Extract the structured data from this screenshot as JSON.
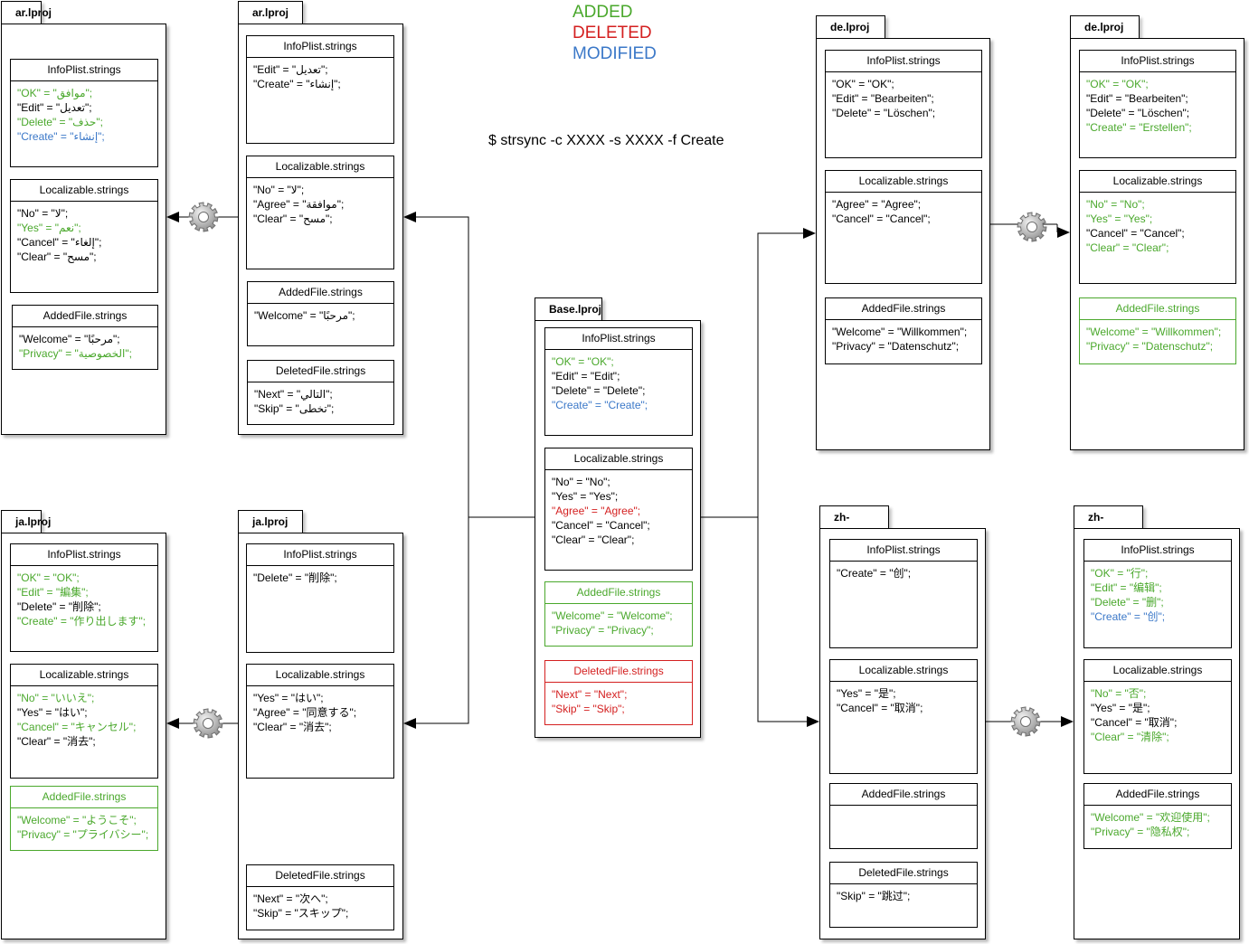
{
  "legend": [
    {
      "label": "ADDED",
      "color": "#4aa82c"
    },
    {
      "label": "DELETED",
      "color": "#d42020"
    },
    {
      "label": "MODIFIED",
      "color": "#3b78c8"
    }
  ],
  "command": "$ strsync -c XXXX -s XXXX -f Create",
  "status_colors": {
    "added": "#4aa82c",
    "deleted": "#d42020",
    "modified": "#3b78c8",
    "normal": "#000000"
  },
  "connector_icon": "gear-icon",
  "folders": [
    {
      "id": "ar-result",
      "title": "ar.lproj",
      "files": [
        {
          "name": "InfoPlist.strings",
          "lines": [
            {
              "text": "\"OK\" = \"موافق\";",
              "status": "added"
            },
            {
              "text": "\"Edit\" = \"تعديل\";",
              "status": "normal"
            },
            {
              "text": "\"Delete\" = \"حذف\";",
              "status": "added"
            },
            {
              "text": "\"Create\" = \"إنشاء\";",
              "status": "modified"
            }
          ]
        },
        {
          "name": "Localizable.strings",
          "lines": [
            {
              "text": "\"No\" = \"لا\";",
              "status": "normal"
            },
            {
              "text": "\"Yes\" = \"نعم\";",
              "status": "added"
            },
            {
              "text": "\"Cancel\" = \"إلغاء\";",
              "status": "normal"
            },
            {
              "text": "\"Clear\" = \"مسح\";",
              "status": "normal"
            }
          ]
        },
        {
          "name": "AddedFile.strings",
          "lines": [
            {
              "text": "\"Welcome\" = \"مرحبًا\";",
              "status": "normal"
            },
            {
              "text": "\"Privacy\" = \"الخصوصية\";",
              "status": "added"
            }
          ]
        }
      ]
    },
    {
      "id": "ar-source",
      "title": "ar.lproj",
      "files": [
        {
          "name": "InfoPlist.strings",
          "lines": [
            {
              "text": "\"Edit\" = \"تعديل\";",
              "status": "normal"
            },
            {
              "text": "\"Create\" = \"إنشاء\";",
              "status": "normal"
            }
          ]
        },
        {
          "name": "Localizable.strings",
          "lines": [
            {
              "text": "\"No\" = \"لا\";",
              "status": "normal"
            },
            {
              "text": "\"Agree\" = \"موافقة\";",
              "status": "normal"
            },
            {
              "text": "\"Clear\" = \"مسح\";",
              "status": "normal"
            }
          ]
        },
        {
          "name": "AddedFile.strings",
          "lines": [
            {
              "text": "\"Welcome\" = \"مرحبًا\";",
              "status": "normal"
            }
          ]
        },
        {
          "name": "DeletedFile.strings",
          "lines": [
            {
              "text": "\"Next\" = \"التالي\";",
              "status": "normal"
            },
            {
              "text": "\"Skip\" = \"تخطى\";",
              "status": "normal"
            }
          ]
        }
      ]
    },
    {
      "id": "base",
      "title": "Base.lproj",
      "files": [
        {
          "name": "InfoPlist.strings",
          "lines": [
            {
              "text": "\"OK\" = \"OK\";",
              "status": "added"
            },
            {
              "text": "\"Edit\" = \"Edit\";",
              "status": "normal"
            },
            {
              "text": "\"Delete\" = \"Delete\";",
              "status": "normal"
            },
            {
              "text": "\"Create\" = \"Create\";",
              "status": "modified"
            }
          ]
        },
        {
          "name": "Localizable.strings",
          "lines": [
            {
              "text": "\"No\" = \"No\";",
              "status": "normal"
            },
            {
              "text": "\"Yes\" = \"Yes\";",
              "status": "normal"
            },
            {
              "text": "\"Agree\" = \"Agree\";",
              "status": "deleted"
            },
            {
              "text": "\"Cancel\" = \"Cancel\";",
              "status": "normal"
            },
            {
              "text": "\"Clear\" = \"Clear\";",
              "status": "normal"
            }
          ]
        },
        {
          "name": "AddedFile.strings",
          "status": "added",
          "lines": [
            {
              "text": "\"Welcome\" = \"Welcome\";",
              "status": "added"
            },
            {
              "text": "\"Privacy\" = \"Privacy\";",
              "status": "added"
            }
          ]
        },
        {
          "name": "DeletedFile.strings",
          "status": "deleted",
          "lines": [
            {
              "text": "\"Next\" = \"Next\";",
              "status": "deleted"
            },
            {
              "text": "\"Skip\" = \"Skip\";",
              "status": "deleted"
            }
          ]
        }
      ]
    },
    {
      "id": "de-source",
      "title": "de.lproj",
      "files": [
        {
          "name": "InfoPlist.strings",
          "lines": [
            {
              "text": "\"OK\" = \"OK\";",
              "status": "normal"
            },
            {
              "text": "\"Edit\" = \"Bearbeiten\";",
              "status": "normal"
            },
            {
              "text": "\"Delete\" = \"Löschen\";",
              "status": "normal"
            }
          ]
        },
        {
          "name": "Localizable.strings",
          "lines": [
            {
              "text": "\"Agree\" = \"Agree\";",
              "status": "normal"
            },
            {
              "text": "\"Cancel\" = \"Cancel\";",
              "status": "normal"
            }
          ]
        },
        {
          "name": "AddedFile.strings",
          "lines": [
            {
              "text": "\"Welcome\" = \"Willkommen\";",
              "status": "normal"
            },
            {
              "text": "\"Privacy\" = \"Datenschutz\";",
              "status": "normal"
            }
          ]
        }
      ]
    },
    {
      "id": "de-result",
      "title": "de.lproj",
      "files": [
        {
          "name": "InfoPlist.strings",
          "lines": [
            {
              "text": "\"OK\" = \"OK\";",
              "status": "added"
            },
            {
              "text": "\"Edit\" = \"Bearbeiten\";",
              "status": "normal"
            },
            {
              "text": "\"Delete\" = \"Löschen\";",
              "status": "normal"
            },
            {
              "text": "\"Create\" = \"Erstellen\";",
              "status": "added"
            }
          ]
        },
        {
          "name": "Localizable.strings",
          "lines": [
            {
              "text": "\"No\" = \"No\";",
              "status": "added"
            },
            {
              "text": "\"Yes\" = \"Yes\";",
              "status": "added"
            },
            {
              "text": "\"Cancel\" = \"Cancel\";",
              "status": "normal"
            },
            {
              "text": "\"Clear\" = \"Clear\";",
              "status": "added"
            }
          ]
        },
        {
          "name": "AddedFile.strings",
          "status": "added",
          "lines": [
            {
              "text": "\"Welcome\" = \"Willkommen\";",
              "status": "added"
            },
            {
              "text": "\"Privacy\" = \"Datenschutz\";",
              "status": "added"
            }
          ]
        }
      ]
    },
    {
      "id": "ja-result",
      "title": "ja.lproj",
      "files": [
        {
          "name": "InfoPlist.strings",
          "lines": [
            {
              "text": "\"OK\" = \"OK\";",
              "status": "added"
            },
            {
              "text": "\"Edit\" = \"編集\";",
              "status": "added"
            },
            {
              "text": "\"Delete\" = \"削除\";",
              "status": "normal"
            },
            {
              "text": "\"Create\" = \"作り出します\";",
              "status": "added"
            }
          ]
        },
        {
          "name": "Localizable.strings",
          "lines": [
            {
              "text": "\"No\" = \"いいえ\";",
              "status": "added"
            },
            {
              "text": "\"Yes\" = \"はい\";",
              "status": "normal"
            },
            {
              "text": "\"Cancel\" = \"キャンセル\";",
              "status": "added"
            },
            {
              "text": "\"Clear\" = \"消去\";",
              "status": "normal"
            }
          ]
        },
        {
          "name": "AddedFile.strings",
          "status": "added",
          "lines": [
            {
              "text": "\"Welcome\" = \"ようこそ\";",
              "status": "added"
            },
            {
              "text": "\"Privacy\" = \"プライバシー\";",
              "status": "added"
            }
          ]
        }
      ]
    },
    {
      "id": "ja-source",
      "title": "ja.lproj",
      "files": [
        {
          "name": "InfoPlist.strings",
          "lines": [
            {
              "text": "\"Delete\" = \"削除\";",
              "status": "normal"
            }
          ]
        },
        {
          "name": "Localizable.strings",
          "lines": [
            {
              "text": "\"Yes\" = \"はい\";",
              "status": "normal"
            },
            {
              "text": "\"Agree\" = \"同意する\";",
              "status": "normal"
            },
            {
              "text": "\"Clear\" = \"消去\";",
              "status": "normal"
            }
          ]
        },
        {
          "name": "DeletedFile.strings",
          "lines": [
            {
              "text": "\"Next\" = \"次へ\";",
              "status": "normal"
            },
            {
              "text": "\"Skip\" = \"スキップ\";",
              "status": "normal"
            }
          ]
        }
      ]
    },
    {
      "id": "zh-source",
      "title": "zh-CN.lproj",
      "files": [
        {
          "name": "InfoPlist.strings",
          "lines": [
            {
              "text": "\"Create\" = \"创\";",
              "status": "normal"
            }
          ]
        },
        {
          "name": "Localizable.strings",
          "lines": [
            {
              "text": "\"Yes\" = \"是\";",
              "status": "normal"
            },
            {
              "text": "\"Cancel\" = \"取消\";",
              "status": "normal"
            }
          ]
        },
        {
          "name": "AddedFile.strings",
          "lines": []
        },
        {
          "name": "DeletedFile.strings",
          "lines": [
            {
              "text": "\"Skip\" = \"跳过\";",
              "status": "normal"
            }
          ]
        }
      ]
    },
    {
      "id": "zh-result",
      "title": "zh-CN.lproj",
      "files": [
        {
          "name": "InfoPlist.strings",
          "lines": [
            {
              "text": "\"OK\" = \"行\";",
              "status": "added"
            },
            {
              "text": "\"Edit\" = \"编辑\";",
              "status": "added"
            },
            {
              "text": "\"Delete\" = \"删\";",
              "status": "added"
            },
            {
              "text": "\"Create\" = \"创\";",
              "status": "modified"
            }
          ]
        },
        {
          "name": "Localizable.strings",
          "lines": [
            {
              "text": "\"No\" = \"否\";",
              "status": "added"
            },
            {
              "text": "\"Yes\" = \"是\";",
              "status": "normal"
            },
            {
              "text": "\"Cancel\" = \"取消\";",
              "status": "normal"
            },
            {
              "text": "\"Clear\" = \"清除\";",
              "status": "added"
            }
          ]
        },
        {
          "name": "AddedFile.strings",
          "lines": [
            {
              "text": "\"Welcome\" = \"欢迎使用\";",
              "status": "added"
            },
            {
              "text": "\"Privacy\" = \"隐私权\";",
              "status": "added"
            }
          ]
        }
      ]
    }
  ]
}
